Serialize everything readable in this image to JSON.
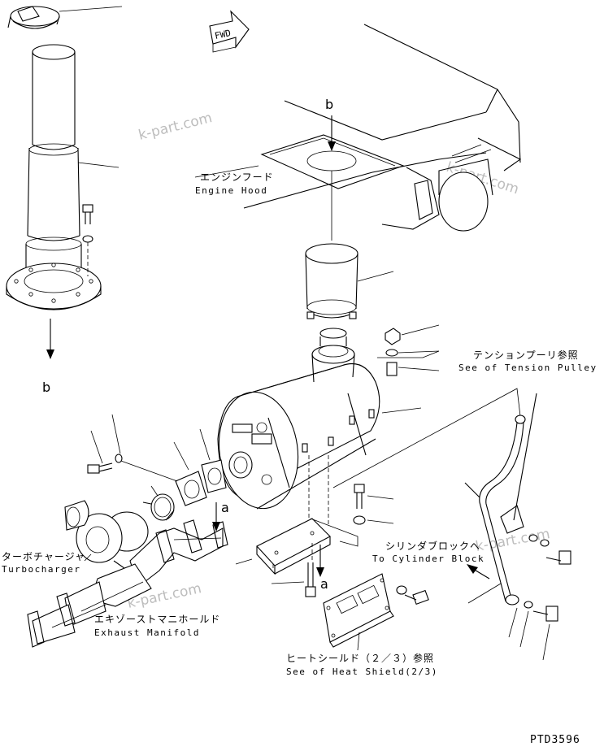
{
  "watermarks": [
    "k-part.com",
    "k-part.com",
    "k-part.com",
    "k-part.com"
  ],
  "fwd_label": "FWD",
  "callouts": {
    "engine_hood": {
      "jp": "エンジンフード",
      "en": "Engine Hood"
    },
    "tension_pulley": {
      "jp": "テンションプーリ参照",
      "en": "See of Tension Pulley"
    },
    "cylinder_block": {
      "jp": "シリンダブロックへ",
      "en": "To Cylinder Block"
    },
    "turbocharger": {
      "jp": "ターボチャージャ",
      "en": "Turbocharger"
    },
    "exhaust_manifold": {
      "jp": "エキゾーストマニホールド",
      "en": "Exhaust Manifold"
    },
    "heat_shield": {
      "jp": "ヒートシールド（２／３）参照",
      "en": "See of Heat Shield(2/3)"
    }
  },
  "refs": {
    "b_top": "b",
    "b_left": "b",
    "a_upper": "a",
    "a_lower": "a"
  },
  "drawing_code": "PTD3596"
}
